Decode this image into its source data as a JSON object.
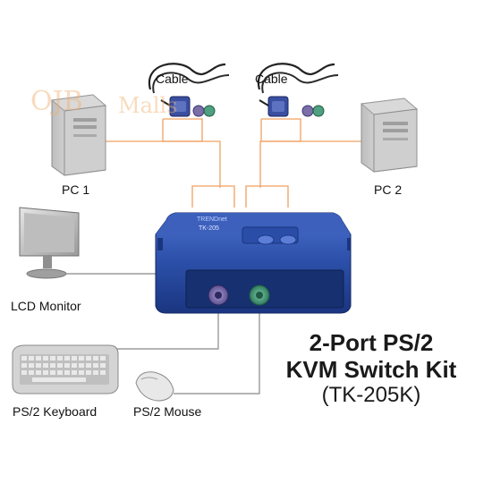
{
  "labels": {
    "cable_left": "Cable",
    "cable_right": "Cable",
    "pc1": "PC 1",
    "pc2": "PC 2",
    "lcd_monitor": "LCD Monitor",
    "keyboard": "PS/2 Keyboard",
    "mouse": "PS/2 Mouse"
  },
  "product": {
    "title_line1": "2-Port PS/2",
    "title_line2": "KVM Switch Kit",
    "model": "(TK-205K)",
    "device_brand": "TRENDnet",
    "device_model": "TK-205"
  },
  "watermark": {
    "text_left": "OJB",
    "text_right": "Malls"
  },
  "colors": {
    "cable_line": "#f0a060",
    "device_line": "#888888",
    "switch_body": "#2b4fa8",
    "switch_dark": "#1d3a86",
    "pc_gray": "#c8c8c8",
    "port_purple": "#7b6fa8",
    "port_green": "#4fa080"
  }
}
